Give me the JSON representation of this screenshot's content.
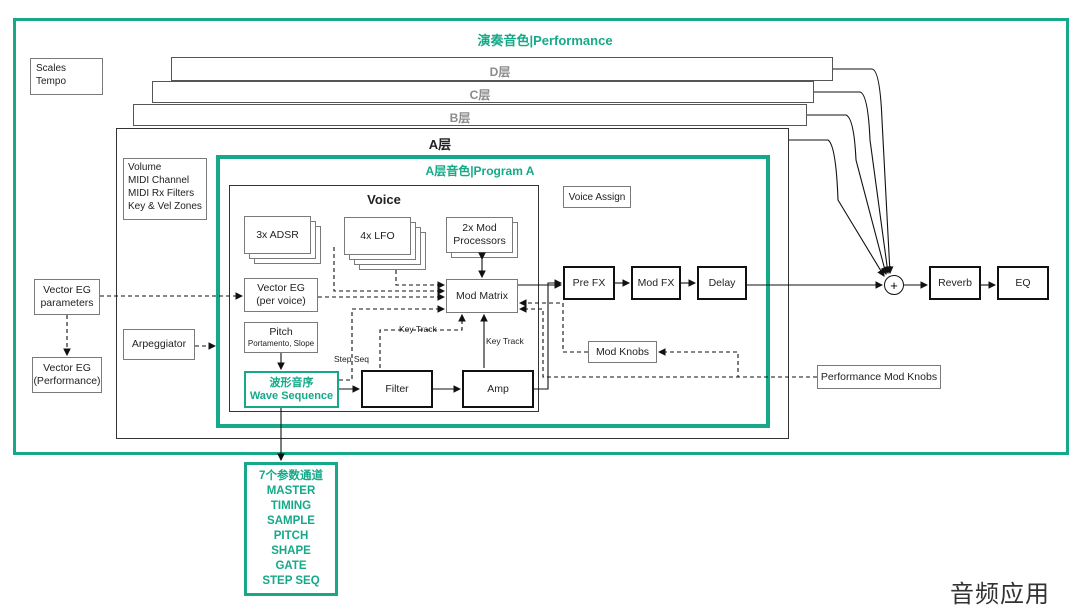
{
  "performance_title": "演奏音色|Performance",
  "scales_tempo": "Scales\nTempo",
  "layers": {
    "d": "D层",
    "c": "C层",
    "b": "B层",
    "a": "A层"
  },
  "layer_params": "Volume\nMIDI Channel\nMIDI Rx Filters\nKey & Vel Zones",
  "program_title": "A层音色|Program A",
  "voice_title": "Voice",
  "voice_assign": "Voice Assign",
  "adsr": "3x ADSR",
  "lfo": "4x LFO",
  "mod_processors": "2x Mod\nProcessors",
  "vector_eg_voice": "Vector EG\n(per voice)",
  "mod_matrix": "Mod Matrix",
  "pitch": "Pitch",
  "pitch_sub": "Portamento, Slope",
  "wave_seq_cn": "波形音序",
  "wave_seq_en": "Wave Sequence",
  "filter": "Filter",
  "amp": "Amp",
  "key_track_1": "Key Track",
  "key_track_2": "Key Track",
  "step_seq": "Step Seq",
  "vector_eg_params": "Vector EG\nparameters",
  "vector_eg_perf": "Vector EG\n(Performance)",
  "arpeggiator": "Arpeggiator",
  "pre_fx": "Pre FX",
  "mod_fx": "Mod FX",
  "delay": "Delay",
  "plus": "+",
  "reverb": "Reverb",
  "eq": "EQ",
  "mod_knobs": "Mod Knobs",
  "perf_mod_knobs": "Performance Mod Knobs",
  "lanes": [
    "7个参数通道",
    "MASTER",
    "TIMING",
    "SAMPLE",
    "PITCH",
    "SHAPE",
    "GATE",
    "STEP SEQ"
  ],
  "watermark": "音频应用",
  "colors": {
    "accent": "#16a989",
    "line": "#111111",
    "border": "#7a7a7a"
  }
}
